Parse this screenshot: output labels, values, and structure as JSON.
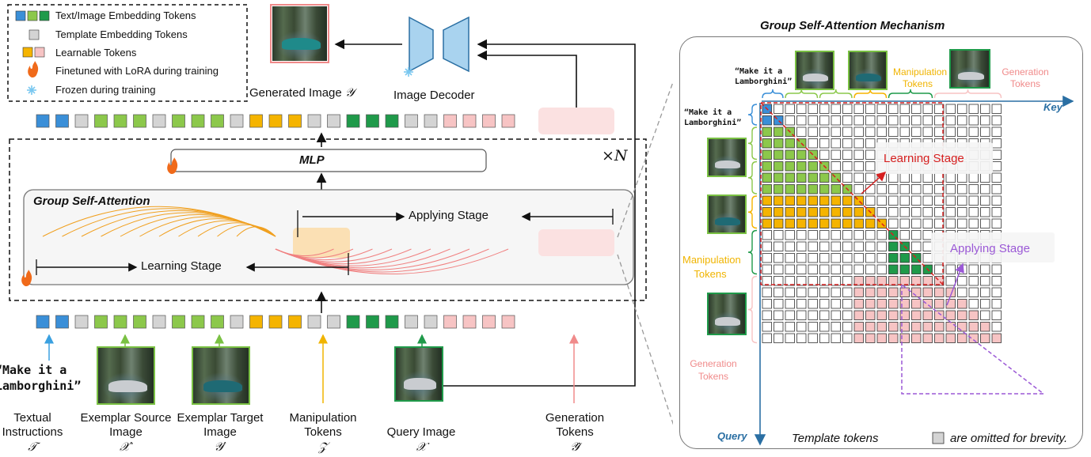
{
  "legend": {
    "items": [
      {
        "label": "Text/Image Embedding Tokens"
      },
      {
        "label": "Template Embedding Tokens"
      },
      {
        "label": "Learnable Tokens"
      },
      {
        "label": "Finetuned with LoRA during training"
      },
      {
        "label": "Frozen during training"
      }
    ]
  },
  "top": {
    "generated_image_label": "Generated Image",
    "generated_image_symbol": "𝒴",
    "image_decoder_label": "Image Decoder"
  },
  "block": {
    "mlp_label": "MLP",
    "repeat_label": "×N",
    "gsa_label": "Group Self-Attention",
    "applying_stage": "Applying Stage",
    "learning_stage": "Learning Stage"
  },
  "inputs": {
    "instruction_quote": "“Make it a Lamborghini”",
    "items": [
      {
        "name": "Textual Instructions",
        "symbol": "𝒯"
      },
      {
        "name": "Exemplar Source Image",
        "symbol": "𝒳′"
      },
      {
        "name": "Exemplar Target Image",
        "symbol": "𝒴′"
      },
      {
        "name": "Manipulation Tokens",
        "symbol": "𝒵"
      },
      {
        "name": "Query Image",
        "symbol": "𝒳"
      },
      {
        "name": "Generation Tokens",
        "symbol": "𝒴̂"
      }
    ]
  },
  "right_panel": {
    "title": "Group Self-Attention Mechanism",
    "key_label": "Key",
    "query_label": "Query",
    "instruction_quote": "“Make it a Lamborghini”",
    "manipulation_tokens": "Manipulation Tokens",
    "generation_tokens": "Generation Tokens",
    "learning_stage": "Learning Stage",
    "applying_stage": "Applying Stage",
    "footnote_pre": "Template tokens",
    "footnote_post": "are omitted for brevity."
  },
  "colors": {
    "text_token": "#3a8fd8",
    "image_token": "#8cc84b",
    "query_token": "#1f9a4a",
    "template_token": "#d4d4d4",
    "learnable_token": "#f5b400",
    "generation_token": "#f7c4c4",
    "learning_stage": "#d62020",
    "applying_stage": "#9b59d6",
    "axis": "#2a6fa3"
  }
}
